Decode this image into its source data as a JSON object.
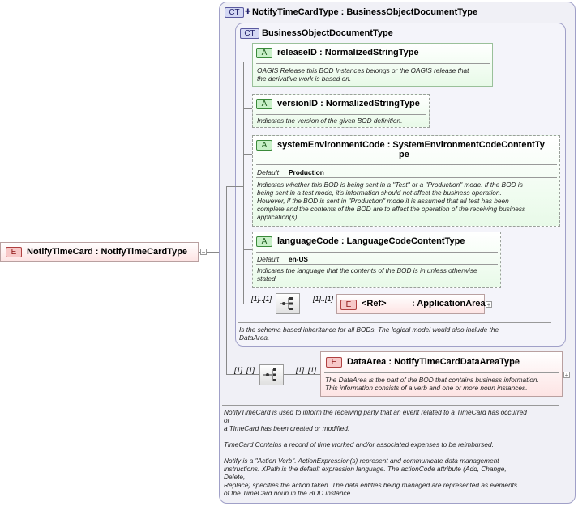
{
  "root_element": {
    "badge": "E",
    "label": "NotifyTimeCard : NotifyTimeCardType"
  },
  "outer_type": {
    "badge": "CT",
    "label": "NotifyTimeCardType : BusinessObjectDocumentType",
    "documentation": [
      "NotifyTimeCard is used to inform the receiving party that an event related to a TimeCard has occurred",
      "or",
      "a TimeCard has been created or modified.",
      "",
      "TimeCard  Contains a record of time worked and/or associated expenses to be reimbursed.",
      "",
      "Notify is a \"Action Verb\". ActionExpression(s) represent and communicate data management",
      "instructions. XPath is the default expression language. The actionCode attribute (Add, Change,",
      "Delete,",
      "Replace) specifies the action taken. The data entities being managed are represented as elements",
      "of the TimeCard noun in the BOD instance."
    ]
  },
  "inner_type": {
    "badge": "CT",
    "label": "BusinessObjectDocumentType",
    "documentation": [
      "Is the schema based inheritance for all BODs. The logical model would also include the",
      "DataArea."
    ]
  },
  "attributes": [
    {
      "badge": "A",
      "label": "releaseID : NormalizedStringType",
      "documentation": [
        "OAGIS Release this BOD Instances belongs or the OAGIS release that",
        "the derivative work is based on."
      ]
    },
    {
      "badge": "A",
      "label": "versionID : NormalizedStringType",
      "documentation": [
        "Indicates the version of the given BOD definition."
      ]
    },
    {
      "badge": "A",
      "label_line1": "systemEnvironmentCode : SystemEnvironmentCodeContentTy",
      "label_line2": "pe",
      "default_label": "Default",
      "default_value": "Production",
      "documentation": [
        "Indicates whether this BOD is being sent in a \"Test\" or a \"Production\" mode. If the BOD is",
        "being sent in a test mode, it's information should not affect the business operation.",
        "However, if the BOD is sent in \"Production\" mode it is assumed that all test has been",
        "complete and the contents of the BOD are to affect the operation of the receiving business",
        "application(s)."
      ]
    },
    {
      "badge": "A",
      "label": "languageCode : LanguageCodeContentType",
      "default_label": "Default",
      "default_value": "en-US",
      "documentation": [
        "Indicates the language that the contents of the BOD is in unless otherwise",
        "stated."
      ]
    }
  ],
  "application_area": {
    "cardinality_seq": "[1]..[1]",
    "cardinality_elem": "[1]..[1]",
    "badge": "E",
    "ref": "<Ref>",
    "label": ": ApplicationArea"
  },
  "data_area": {
    "cardinality_seq": "[1]..[1]",
    "cardinality_elem": "[1]..[1]",
    "badge": "E",
    "label": "DataArea : NotifyTimeCardDataAreaType",
    "documentation": [
      "The DataArea is the part of the BOD that contains business information.",
      "This information consists of a verb and one or more noun instances."
    ]
  }
}
